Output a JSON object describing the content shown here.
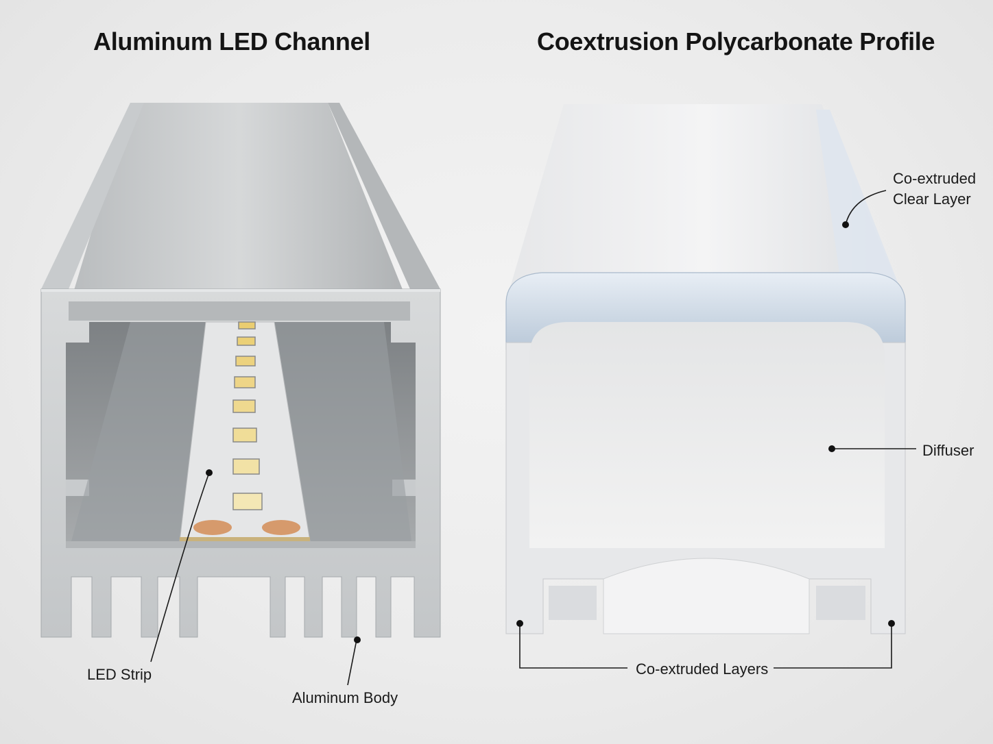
{
  "titles": {
    "left": "Aluminum LED Channel",
    "right": "Coextrusion Polycarbonate Profile"
  },
  "callouts": {
    "led_strip": "LED Strip",
    "aluminum_body": "Aluminum Body",
    "clear_layer_line1": "Co-extruded",
    "clear_layer_line2": "Clear Layer",
    "diffuser": "Diffuser",
    "coextruded_layers": "Co-extruded Layers"
  },
  "colors": {
    "aluminum": "#c9ccce",
    "aluminum_dark": "#9ea2a5",
    "diffuser": "#f1f1f1",
    "clear_layer": "#cfdbe8",
    "copper_pad": "#d69a6c"
  }
}
